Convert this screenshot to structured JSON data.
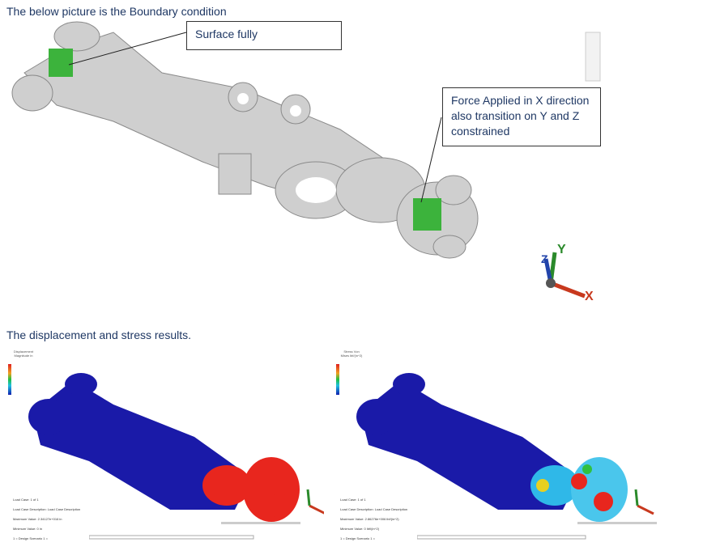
{
  "captions": {
    "boundary": "The below picture is the Boundary condition",
    "results": "The displacement and stress results."
  },
  "callouts": {
    "surface": "Surface fully",
    "force": "Force Applied in X direction also transition on Y and Z constrained"
  },
  "axes": {
    "x": "X",
    "y": "Y",
    "z": "Z"
  },
  "displacement_result": {
    "legend_title": "Displacement Magnitude in",
    "load_case": "Load Case:  1 of 1",
    "load_case_description": "Load Case Description:  Load Case Description",
    "maximum": "Maximum Value: 2.34127e+016 in",
    "minimum": "Minimum Value: 0 in",
    "scenario": "1 = Design Scenario 1 ="
  },
  "stress_result": {
    "legend_title": "Stress Von Mises lbf/(in^2)",
    "load_case": "Load Case:  1 of 1",
    "load_case_description": "Load Case Description:  Load Case Description",
    "maximum": "Maximum Value: 2.86276e+006 lbf/(in^2)",
    "minimum": "Minimum Value: 0 lbf/(in^2)",
    "scenario": "1 = Design Scenario 1 ="
  },
  "colors": {
    "text": "#1f3864",
    "mesh": "#c8c8c8",
    "constraint": "#2eaa2e",
    "low": "#1a1aa8",
    "high": "#e8261e"
  }
}
